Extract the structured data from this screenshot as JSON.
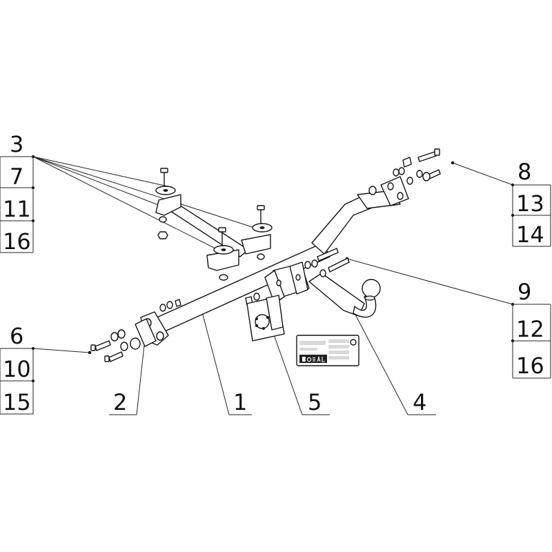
{
  "diagram": {
    "part_numbers": {
      "drawbar": "1",
      "left_bracket": "2",
      "left_fixing_set_a": "3",
      "left_fixing_set_b": "7",
      "left_fixing_set_c": "11",
      "left_fixing_set_d": "16",
      "right_fixing_set_a": "8",
      "right_fixing_set_b": "13",
      "right_fixing_set_c": "14",
      "ball_fixing_set_a": "9",
      "ball_fixing_set_b": "12",
      "ball_fixing_set_c": "16",
      "end_fixing_set_a": "6",
      "end_fixing_set_b": "10",
      "end_fixing_set_c": "15",
      "tow_ball": "4",
      "socket_plate": "5"
    },
    "brand_logo": "bosal",
    "colors": {
      "line": "#111111",
      "fill": "#ffffff",
      "shade": "#e6e6e6"
    }
  }
}
